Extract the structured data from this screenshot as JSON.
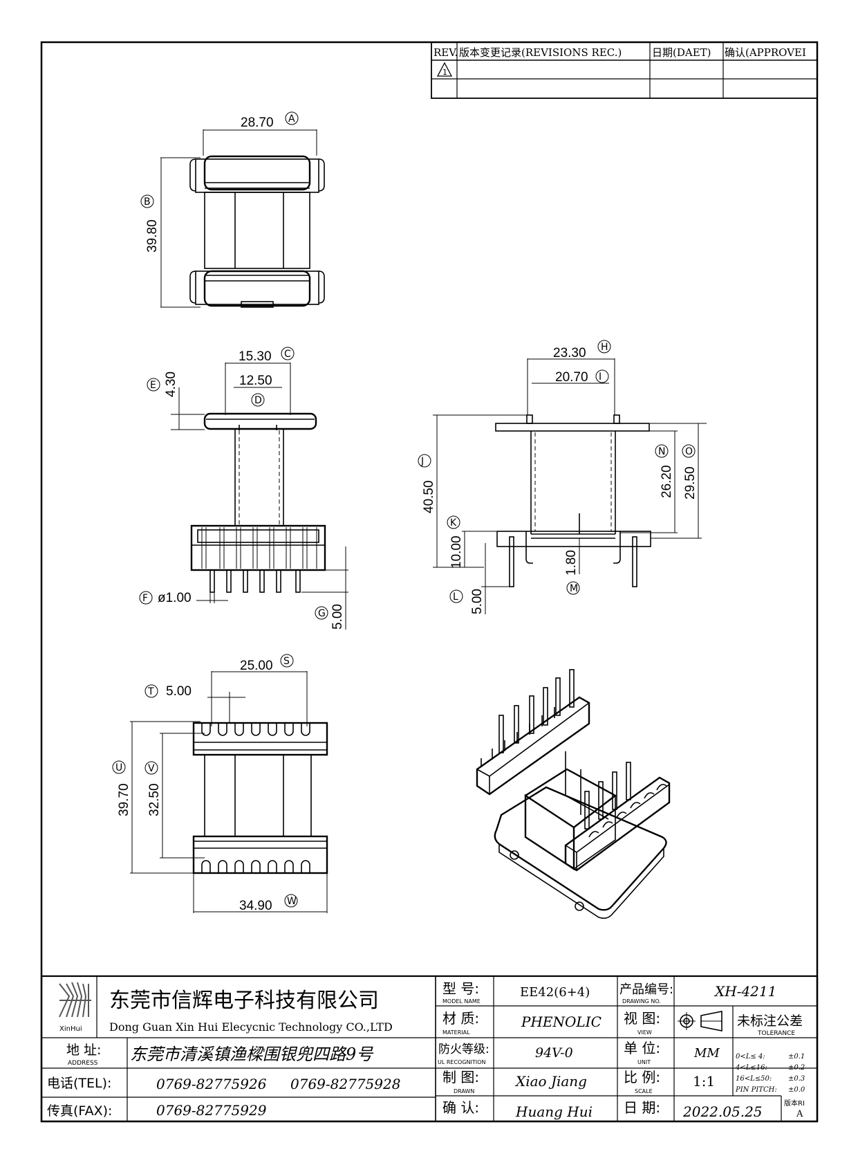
{
  "revision_table": {
    "headers": [
      "REV.",
      "版本变更记录(REVISIONS REC.)",
      "日期(DAET)",
      "确认(APPROVEI"
    ],
    "rev_symbol": "1"
  },
  "dimensions": {
    "A": {
      "label": "A",
      "value": "28.70"
    },
    "B": {
      "label": "B",
      "value": "39.80"
    },
    "C": {
      "label": "C",
      "value": "15.30"
    },
    "D": {
      "label": "D",
      "value": "12.50"
    },
    "E": {
      "label": "E",
      "value": "4.30"
    },
    "F": {
      "label": "F",
      "value": "ø1.00"
    },
    "G": {
      "label": "G",
      "value": "5.00"
    },
    "H": {
      "label": "H",
      "value": "23.30"
    },
    "I": {
      "label": "I",
      "value": "20.70"
    },
    "J": {
      "label": "J",
      "value": "40.50"
    },
    "K": {
      "label": "K",
      "value": "10.00"
    },
    "L": {
      "label": "L",
      "value": "5.00"
    },
    "M": {
      "label": "M",
      "value": "1.80"
    },
    "N": {
      "label": "N",
      "value": "26.20"
    },
    "O": {
      "label": "O",
      "value": "29.50"
    },
    "S": {
      "label": "S",
      "value": "25.00"
    },
    "T": {
      "label": "T",
      "value": "5.00"
    },
    "U": {
      "label": "U",
      "value": "39.70"
    },
    "V": {
      "label": "V",
      "value": "32.50"
    },
    "W": {
      "label": "W",
      "value": "34.90"
    }
  },
  "title_block": {
    "logo_text": "XinHui",
    "company_cn": "东莞市信辉电子科技有限公司",
    "company_en": "Dong Guan Xin Hui Elecycnic Technology CO.,LTD",
    "address_label_cn": "地  址:",
    "address_label_en": "ADDRESS",
    "address_value": "东莞市清溪镇渔樑围银兜四路9号",
    "tel_label": "电话(TEL):",
    "tel_1": "0769-82775926",
    "tel_2": "0769-82775928",
    "fax_label": "传真(FAX):",
    "fax_value": "0769-82775929",
    "model_label_cn": "型  号:",
    "model_label_en": "MODEL NAME",
    "model_value": "EE42(6+4)",
    "material_label_cn": "材  质:",
    "material_label_en": "MATERIAL",
    "material_value": "PHENOLIC",
    "ul_label_cn": "防火等级:",
    "ul_label_en": "UL RECOGNITION",
    "ul_value": "94V-0",
    "drawn_label_cn": "制  图:",
    "drawn_label_en": "DRAWN",
    "drawn_value": "Xiao Jiang",
    "approve_label_cn": "确  认:",
    "approve_value": "Huang Hui",
    "drawing_no_label_cn": "产品编号:",
    "drawing_no_label_en": "DRAWING NO.",
    "drawing_no_value": "XH-4211",
    "view_label_cn": "视  图:",
    "view_label_en": "VIEW",
    "unit_label_cn": "单  位:",
    "unit_label_en": "UNIT",
    "unit_value": "MM",
    "scale_label_cn": "比  例:",
    "scale_label_en": "SCALE",
    "scale_value": "1:1",
    "date_label_cn": "日  期:",
    "date_value": "2022.05.25",
    "version_label": "版本RI",
    "version_value": "A",
    "tolerance_title_cn": "未标注公差",
    "tolerance_title_en": "TOLERANCE",
    "tolerance_rows": [
      {
        "range": "0<L≤ 4:",
        "value": "±0.1"
      },
      {
        "range": "4<L≤16:",
        "value": "±0.2"
      },
      {
        "range": "16<L≤50:",
        "value": "±0.3"
      },
      {
        "range": "PIN PITCH:",
        "value": "±0.0"
      }
    ]
  }
}
